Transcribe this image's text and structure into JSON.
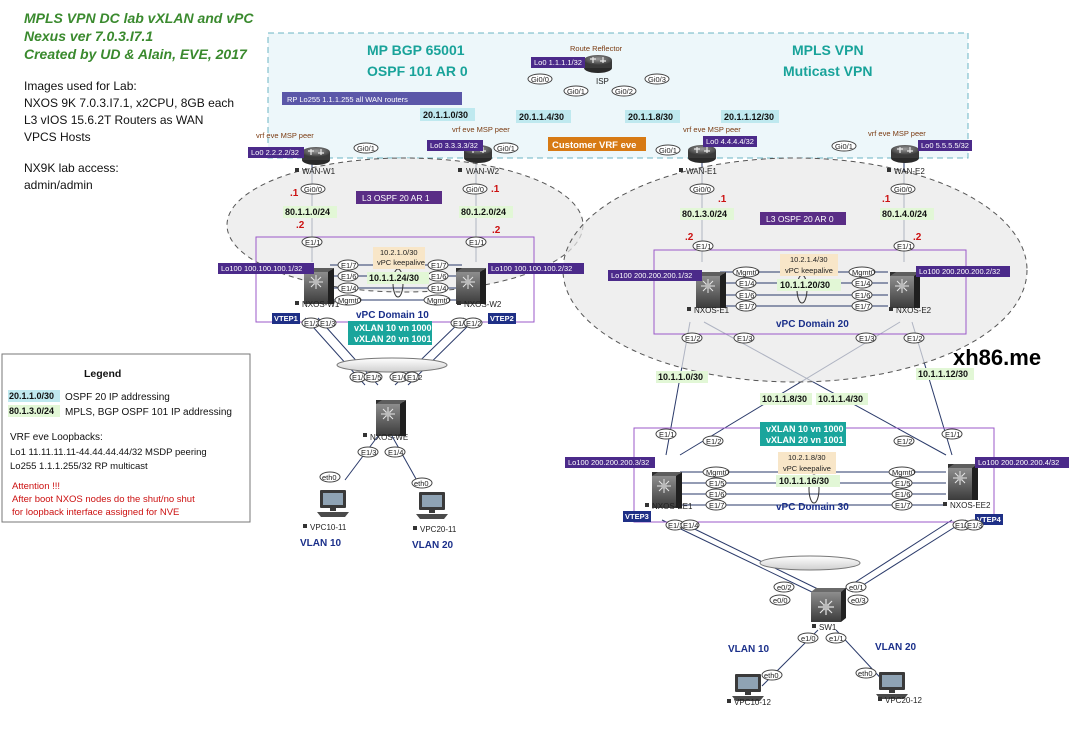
{
  "header": {
    "title_lines": [
      "MPLS VPN DC lab vXLAN and vPC",
      "Nexus ver 7.0.3.I7.1",
      "Created by UD & Alain, EVE, 2017"
    ],
    "info_lines": [
      "Images used for Lab:",
      "NXOS 9K 7.0.3.I7.1, x2CPU, 8GB each",
      "L3 vIOS 15.6.2T Routers as WAN",
      "VPCS Hosts",
      "",
      "NX9K lab access:",
      "admin/admin"
    ]
  },
  "mpls_box": {
    "left_title_1": "MP BGP 65001",
    "left_title_2": "OSPF 101 AR 0",
    "right_title_1": "MPLS VPN",
    "right_title_2": "Muticast VPN",
    "rp_label": "RP Lo255 1.1.1.255 all WAN routers",
    "customer_vrf": "Customer VRF eve"
  },
  "routers": {
    "isp": {
      "name": "ISP",
      "caption": "Route Reflector",
      "lo": "Lo0 1.1.1.1/32"
    },
    "wan_w1": {
      "name": "WAN-W1",
      "lo": "Lo0 2.2.2.2/32",
      "peer": "vrf eve MSP peer"
    },
    "wan_w2": {
      "name": "WAN-W2",
      "lo": "Lo0 3.3.3.3/32",
      "peer": "vrf eve MSP peer"
    },
    "wan_e1": {
      "name": "WAN-E1",
      "lo": "Lo0 4.4.4.4/32",
      "peer": "vrf eve MSP peer"
    },
    "wan_e2": {
      "name": "WAN-E2",
      "lo": "Lo0 5.5.5.5/32",
      "peer": "vrf eve MSP peer"
    }
  },
  "isp_ports": [
    "Gi0/0",
    "Gi0/1",
    "Gi0/2",
    "Gi0/3"
  ],
  "wan_nets": [
    "20.1.1.0/30",
    "20.1.1.4/30",
    "20.1.1.8/30",
    "20.1.1.12/30"
  ],
  "ospf_west": "L3 OSPF 20 AR 1",
  "ospf_east": "L3 OSPF 20 AR 0",
  "links_nx": [
    "80.1.1.0/24",
    "80.1.2.0/24",
    "80.1.3.0/24",
    "80.1.4.0/24"
  ],
  "octets": {
    "one": ".1",
    "two": ".2"
  },
  "ports": {
    "gi00": "Gi0/0",
    "gi01": "Gi0/1",
    "e11": "E1/1",
    "e12": "E1/2",
    "e13": "E1/3",
    "e14": "E1/4",
    "e15": "E1/5",
    "e16": "E1/6",
    "e17": "E1/7",
    "mgmt0": "Mgmt0",
    "eth0": "eth0",
    "e00": "e0/0",
    "e01": "e0/1",
    "e02": "e0/2",
    "e03": "e0/3",
    "e10": "e1/0",
    "e1_1": "e1/1"
  },
  "nxos": {
    "w1": {
      "name": "NXOS-W1",
      "lo": "Lo100 100.100.100.1/32",
      "vtep": "VTEP1"
    },
    "w2": {
      "name": "NXOS-W2",
      "lo": "Lo100 100.100.100.2/32",
      "vtep": "VTEP2"
    },
    "e1": {
      "name": "NXOS-E1",
      "lo": "Lo100 200.200.200.1/32"
    },
    "e2": {
      "name": "NXOS-E2",
      "lo": "Lo100 200.200.200.2/32"
    },
    "ee1": {
      "name": "NXOS-EE1",
      "lo": "Lo100 200.200.200.3/32",
      "vtep": "VTEP3"
    },
    "ee2": {
      "name": "NXOS-EE2",
      "lo": "Lo100 200.200.200.4/32",
      "vtep": "VTEP4"
    },
    "we": {
      "name": "NXOS-WE"
    }
  },
  "vpc": {
    "d10": {
      "keepalive_net": "10.2.1.0/30",
      "keepalive": "vPC keepalive",
      "peer_net": "10.1.1.24/30",
      "domain": "vPC Domain 10"
    },
    "d20": {
      "keepalive_net": "10.2.1.4/30",
      "keepalive": "vPC keepalive",
      "peer_net": "10.1.1.20/30",
      "domain": "vPC Domain 20"
    },
    "d30": {
      "keepalive_net": "10.2.1.8/30",
      "keepalive": "vPC keepalive",
      "peer_net": "10.1.1.16/30",
      "domain": "vPC Domain 30"
    }
  },
  "vxlan": {
    "line1": "vXLAN 10  vn 1000",
    "line2": "vXLAN 20 vn 1001"
  },
  "fabric_nets": [
    "10.1.1.0/30",
    "10.1.1.8/30",
    "10.1.1.4/30",
    "10.1.1.12/30"
  ],
  "hosts": {
    "vpc10_11": "VPC10-11",
    "vpc20_11": "VPC20-11",
    "vpc10_12": "VPC10-12",
    "vpc20_12": "VPC20-12",
    "sw1": "SW1"
  },
  "vlans": {
    "v10": "VLAN 10",
    "v20": "VLAN 20"
  },
  "legend": {
    "title": "Legend",
    "item1_key": "20.1.1.0/30",
    "item1_text": "OSPF 20 IP addressing",
    "item2_key": "80.1.3.0/24",
    "item2_text": "MPLS, BGP OSPF 101 IP addressing",
    "loop_title": "VRF eve Loopbacks:",
    "loop1": "Lo1 11.11.11.11-44.44.44.44/32 MSDP peering",
    "loop2": "Lo255 1.1.1.255/32 RP multicast",
    "attn": "Attention  !!!",
    "note1": "After boot NXOS nodes do the shut/no shut",
    "note2": "for loopback interface assigned for NVE"
  },
  "watermark": "xh86.me",
  "colors": {
    "green": "#3a8a2e",
    "teal": "#19a39a",
    "lo_purple": "#4b2a8a",
    "vxlan_teal": "#1aa59c",
    "keepalive_bg": "#f8e6c8",
    "legend_teal_bg": "#bfe9ef",
    "legend_green_bg": "#e2f7d6",
    "customer_orange": "#d77a14",
    "red": "#cc1111"
  }
}
